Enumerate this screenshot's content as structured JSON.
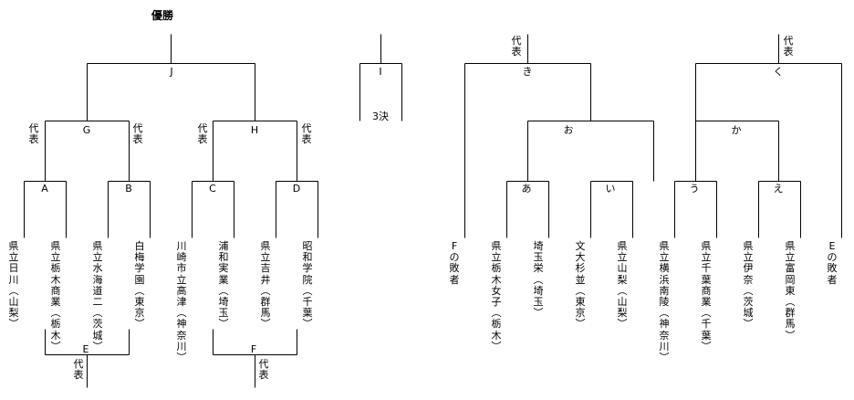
{
  "title": "優勝",
  "third_place": "3決",
  "daihyo": "代表",
  "left_bracket": {
    "final": "J",
    "semis": [
      "G",
      "H"
    ],
    "quarters": [
      "A",
      "B",
      "C",
      "D"
    ],
    "repechage": [
      "E",
      "F"
    ],
    "teams": [
      "県立日川（山梨）",
      "県立栃木商業（栃木）",
      "県立水海道二（茨城）",
      "白梅学園（東京）",
      "川崎市立高津（神奈川）",
      "浦和実業（埼玉）",
      "県立吉井（群馬）",
      "昭和学院（千葉）"
    ]
  },
  "third_place_match": {
    "label": "I"
  },
  "right_bracket_1": {
    "final": "き",
    "semi": "お",
    "quarters": [
      "あ",
      "い"
    ],
    "teams": [
      "Fの敗者",
      "県立栃木女子（栃木）",
      "埼玉栄（埼玉）",
      "文大杉並（東京）",
      "県立山梨（山梨）"
    ]
  },
  "right_bracket_2": {
    "final": "く",
    "semi": "か",
    "quarters": [
      "う",
      "え"
    ],
    "teams": [
      "県立横浜南陵（神奈川）",
      "県立千葉商業（千葉）",
      "県立伊奈（茨城）",
      "県立富岡東（群馬）",
      "Eの敗者"
    ]
  }
}
